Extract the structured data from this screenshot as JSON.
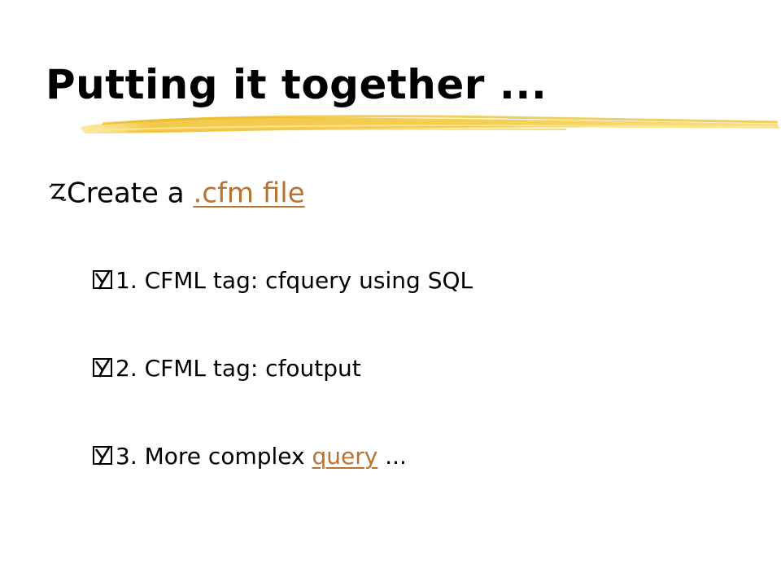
{
  "slide": {
    "title": "Putting it together ...",
    "accent_color": "#f2c94c",
    "link_color": "#b87333",
    "bullets": {
      "main": {
        "marker_icon": "z-bullet-icon",
        "prefix": "Create a ",
        "link_text": ".cfm file"
      },
      "sub": [
        {
          "marker_icon": "checkbox-bullet-icon",
          "text": "1. CFML tag: cfquery using SQL"
        },
        {
          "marker_icon": "checkbox-bullet-icon",
          "text": "2. CFML tag: cfoutput"
        },
        {
          "marker_icon": "checkbox-bullet-icon",
          "prefix": "3. More complex ",
          "link_text": "query",
          "suffix": " ..."
        }
      ]
    }
  }
}
